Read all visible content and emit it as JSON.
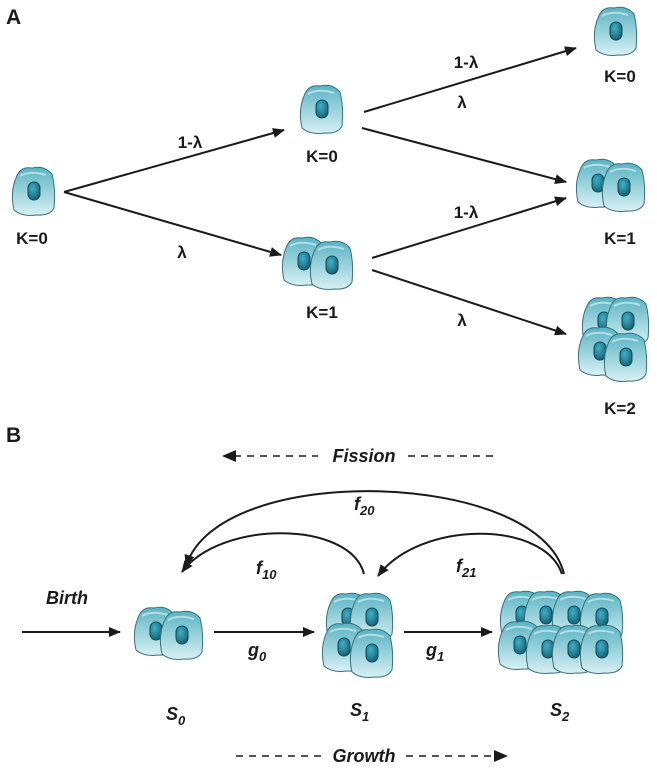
{
  "panel_a": {
    "label": "A",
    "root_label": "K=0",
    "upper_label": "K=0",
    "lower_label": "K=1",
    "leaf1_label": "K=0",
    "leaf2_label": "K=1",
    "leaf3_label": "K=2",
    "prob_one_minus_lambda_1": "1-λ",
    "prob_lambda_1": "λ",
    "prob_one_minus_lambda_2": "1-λ",
    "prob_lambda_2": "λ",
    "prob_one_minus_lambda_3": "1-λ",
    "prob_lambda_3": "λ"
  },
  "panel_b": {
    "label": "B",
    "fission_label": "Fission",
    "growth_label": "Growth",
    "birth_label": "Birth",
    "f20": {
      "base": "f",
      "sub": "20"
    },
    "f10": {
      "base": "f",
      "sub": "10"
    },
    "f21": {
      "base": "f",
      "sub": "21"
    },
    "g0": {
      "base": "g",
      "sub": "0"
    },
    "g1": {
      "base": "g",
      "sub": "1"
    },
    "s0": {
      "base": "S",
      "sub": "0"
    },
    "s1": {
      "base": "S",
      "sub": "1"
    },
    "s2": {
      "base": "S",
      "sub": "2"
    }
  },
  "colors": {
    "cell_fill_top": "#5bb4c4",
    "cell_fill_bottom": "#d8f0f4",
    "nucleus": "#1f7c92",
    "line": "#1a1a1a"
  }
}
